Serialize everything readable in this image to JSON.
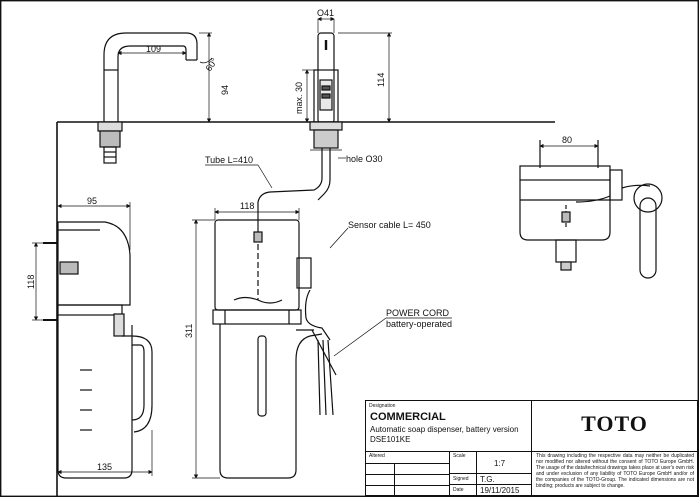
{
  "dimensions": {
    "d_109": "109",
    "d_60": "60°",
    "d_94": "94",
    "d_o41": "O41",
    "d_max30": "max. 30",
    "d_114": "114",
    "d_95": "95",
    "d_118_left": "118",
    "d_118_top": "118",
    "d_311": "311",
    "d_135": "135",
    "d_80": "80"
  },
  "labels": {
    "tube": "Tube L=410",
    "hole": "hole O30",
    "sensor_cable": "Sensor cable L= 450",
    "power_cord_line1": "POWER CORD",
    "power_cord_line2": "battery-operated"
  },
  "title_block": {
    "designation_label": "Designation",
    "title": "COMMERCIAL",
    "description_line1": "Automatic soap dispenser, battery version",
    "description_line2": "DSE101KE",
    "brand": "TOTO",
    "altered_label": "Altered",
    "scale_label": "Scale",
    "scale_value": "1:7",
    "signed_label": "Signed",
    "signed_value": "T.G.",
    "date_label": "Date",
    "date_value": "19/11/2015",
    "disclaimer": "This drawing including the respective data may neither be duplicated nor modified nor altered without the consent of TOTO Europe GmbH. The usage of the data/technical drawings takes place at user's own risk and under exclusion of any liability of TOTO Europe GmbH and/or of the companies of the TOTO-Group. The indicated dimensions are not binding; products are subject to change."
  }
}
